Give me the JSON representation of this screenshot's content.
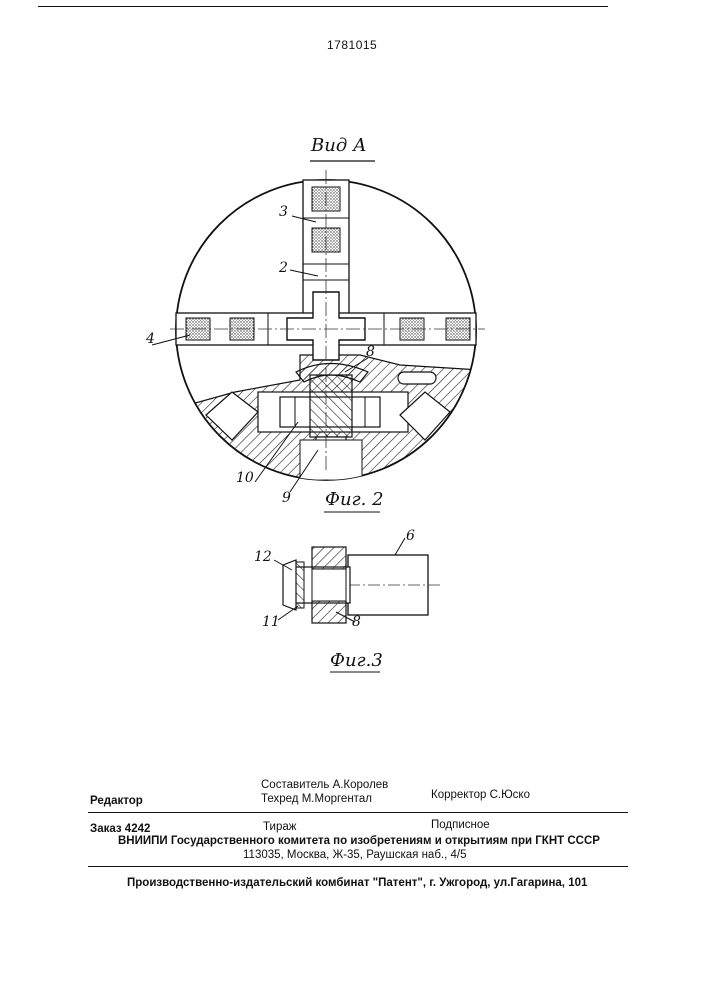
{
  "page": {
    "patent_number": "1781015",
    "view_label": "Вид А",
    "fig2_caption": "Фиг. 2",
    "fig3_caption": "Фиг.3"
  },
  "fig2_labels": {
    "l3": "3",
    "l2": "2",
    "l4": "4",
    "l8": "8",
    "l10": "10",
    "l9": "9"
  },
  "fig3_labels": {
    "l6": "6",
    "l12": "12",
    "l11": "11",
    "l8": "8"
  },
  "imprint": {
    "editor": "Редактор",
    "compiler": "Составитель  А.Королев",
    "techred": "Техред М.Моргентал",
    "corrector": "Корректор  С.Юско",
    "order": "Заказ  4242",
    "circulation": "Тираж",
    "subscription": "Подписное",
    "vniipi": "ВНИИПИ Государственного комитета по изобретениям и открытиям при ГКНТ СССР",
    "address": "113035, Москва, Ж-35, Раушская наб., 4/5",
    "publisher": "Производственно-издательский комбинат \"Патент\", г. Ужгород, ул.Гагарина, 101"
  }
}
